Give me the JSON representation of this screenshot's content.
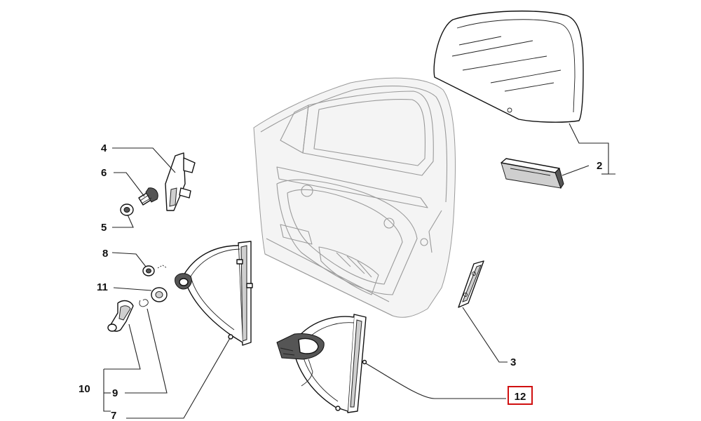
{
  "callouts": [
    {
      "id": "2",
      "label": "2"
    },
    {
      "id": "3",
      "label": "3"
    },
    {
      "id": "4",
      "label": "4"
    },
    {
      "id": "5",
      "label": "5"
    },
    {
      "id": "6",
      "label": "6"
    },
    {
      "id": "7",
      "label": "7"
    },
    {
      "id": "8",
      "label": "8"
    },
    {
      "id": "9",
      "label": "9"
    },
    {
      "id": "10",
      "label": "10"
    },
    {
      "id": "11",
      "label": "11"
    },
    {
      "id": "12",
      "label": "12"
    }
  ],
  "highlighted_callout": "12",
  "highlight_color": "#d01010"
}
